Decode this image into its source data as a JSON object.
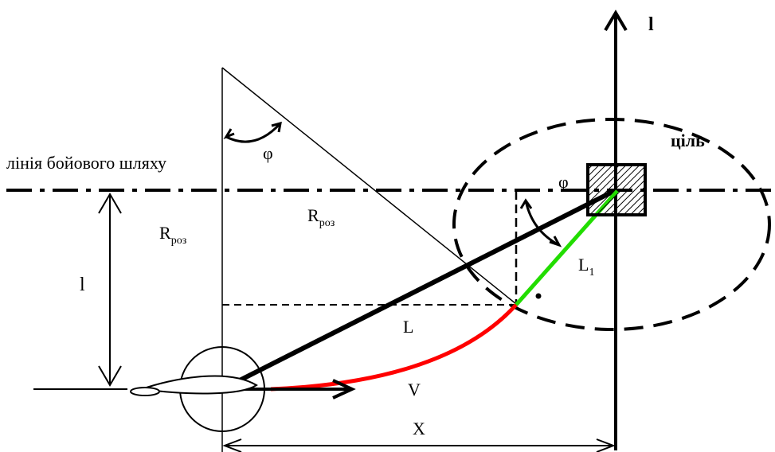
{
  "labels": {
    "axis_l": "l",
    "target": "ціль",
    "combat_path_line": "лінія бойового шляху",
    "phi_top": "φ",
    "phi_right": "φ",
    "r_main": "R",
    "r_sub": "роз",
    "r_left_main": "R",
    "r_left_sub": "роз",
    "l_distance": "l",
    "L": "L",
    "L1_main": "L",
    "L1_sub": "1",
    "V": "V",
    "X": "X"
  },
  "colors": {
    "stroke": "#000000",
    "red_path": "#ff0000",
    "green_segment": "#22dd00"
  }
}
